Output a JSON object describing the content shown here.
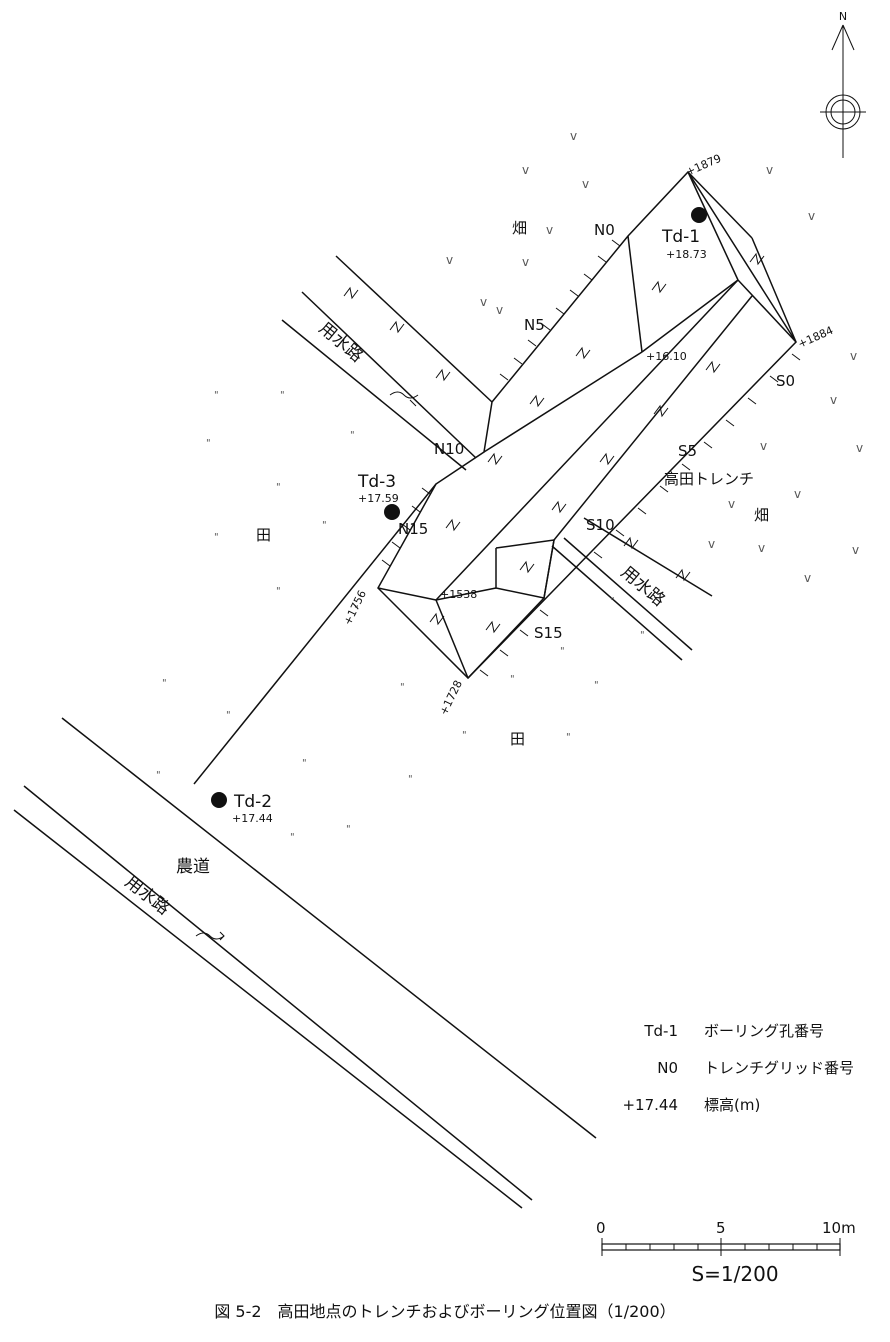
{
  "north_label": "N",
  "land_use": {
    "field_dry_1": "畑",
    "field_dry_2": "畑",
    "paddy_1": "田",
    "paddy_2": "田",
    "farm_road": "農道",
    "canal_1": "用水路",
    "canal_2": "用水路",
    "canal_3": "用水路"
  },
  "trench": {
    "name": "高田トレンチ",
    "grid": [
      "N0",
      "N5",
      "N10",
      "N15",
      "S0",
      "S5",
      "S10",
      "S15"
    ],
    "elevations": {
      "top_n": "+1879",
      "top_e": "+1884",
      "inner_1": "+16.10",
      "inner_2": "+1538",
      "corner_w": "+1756",
      "corner_s": "+1728"
    }
  },
  "boreholes": [
    {
      "id": "Td-1",
      "elev": "+18.73"
    },
    {
      "id": "Td-2",
      "elev": "+17.44"
    },
    {
      "id": "Td-3",
      "elev": "+17.59"
    }
  ],
  "legend": [
    {
      "key": "Td-1",
      "desc": "ボーリング孔番号"
    },
    {
      "key": "N0",
      "desc": "トレンチグリッド番号"
    },
    {
      "key": "+17.44",
      "desc": "標高(m)"
    }
  ],
  "scale": {
    "ticks": [
      "0",
      "5",
      "10m"
    ],
    "ratio": "S=1/200"
  },
  "caption": "図 5-2　高田地点のトレンチおよびボーリング位置図（1/200）"
}
